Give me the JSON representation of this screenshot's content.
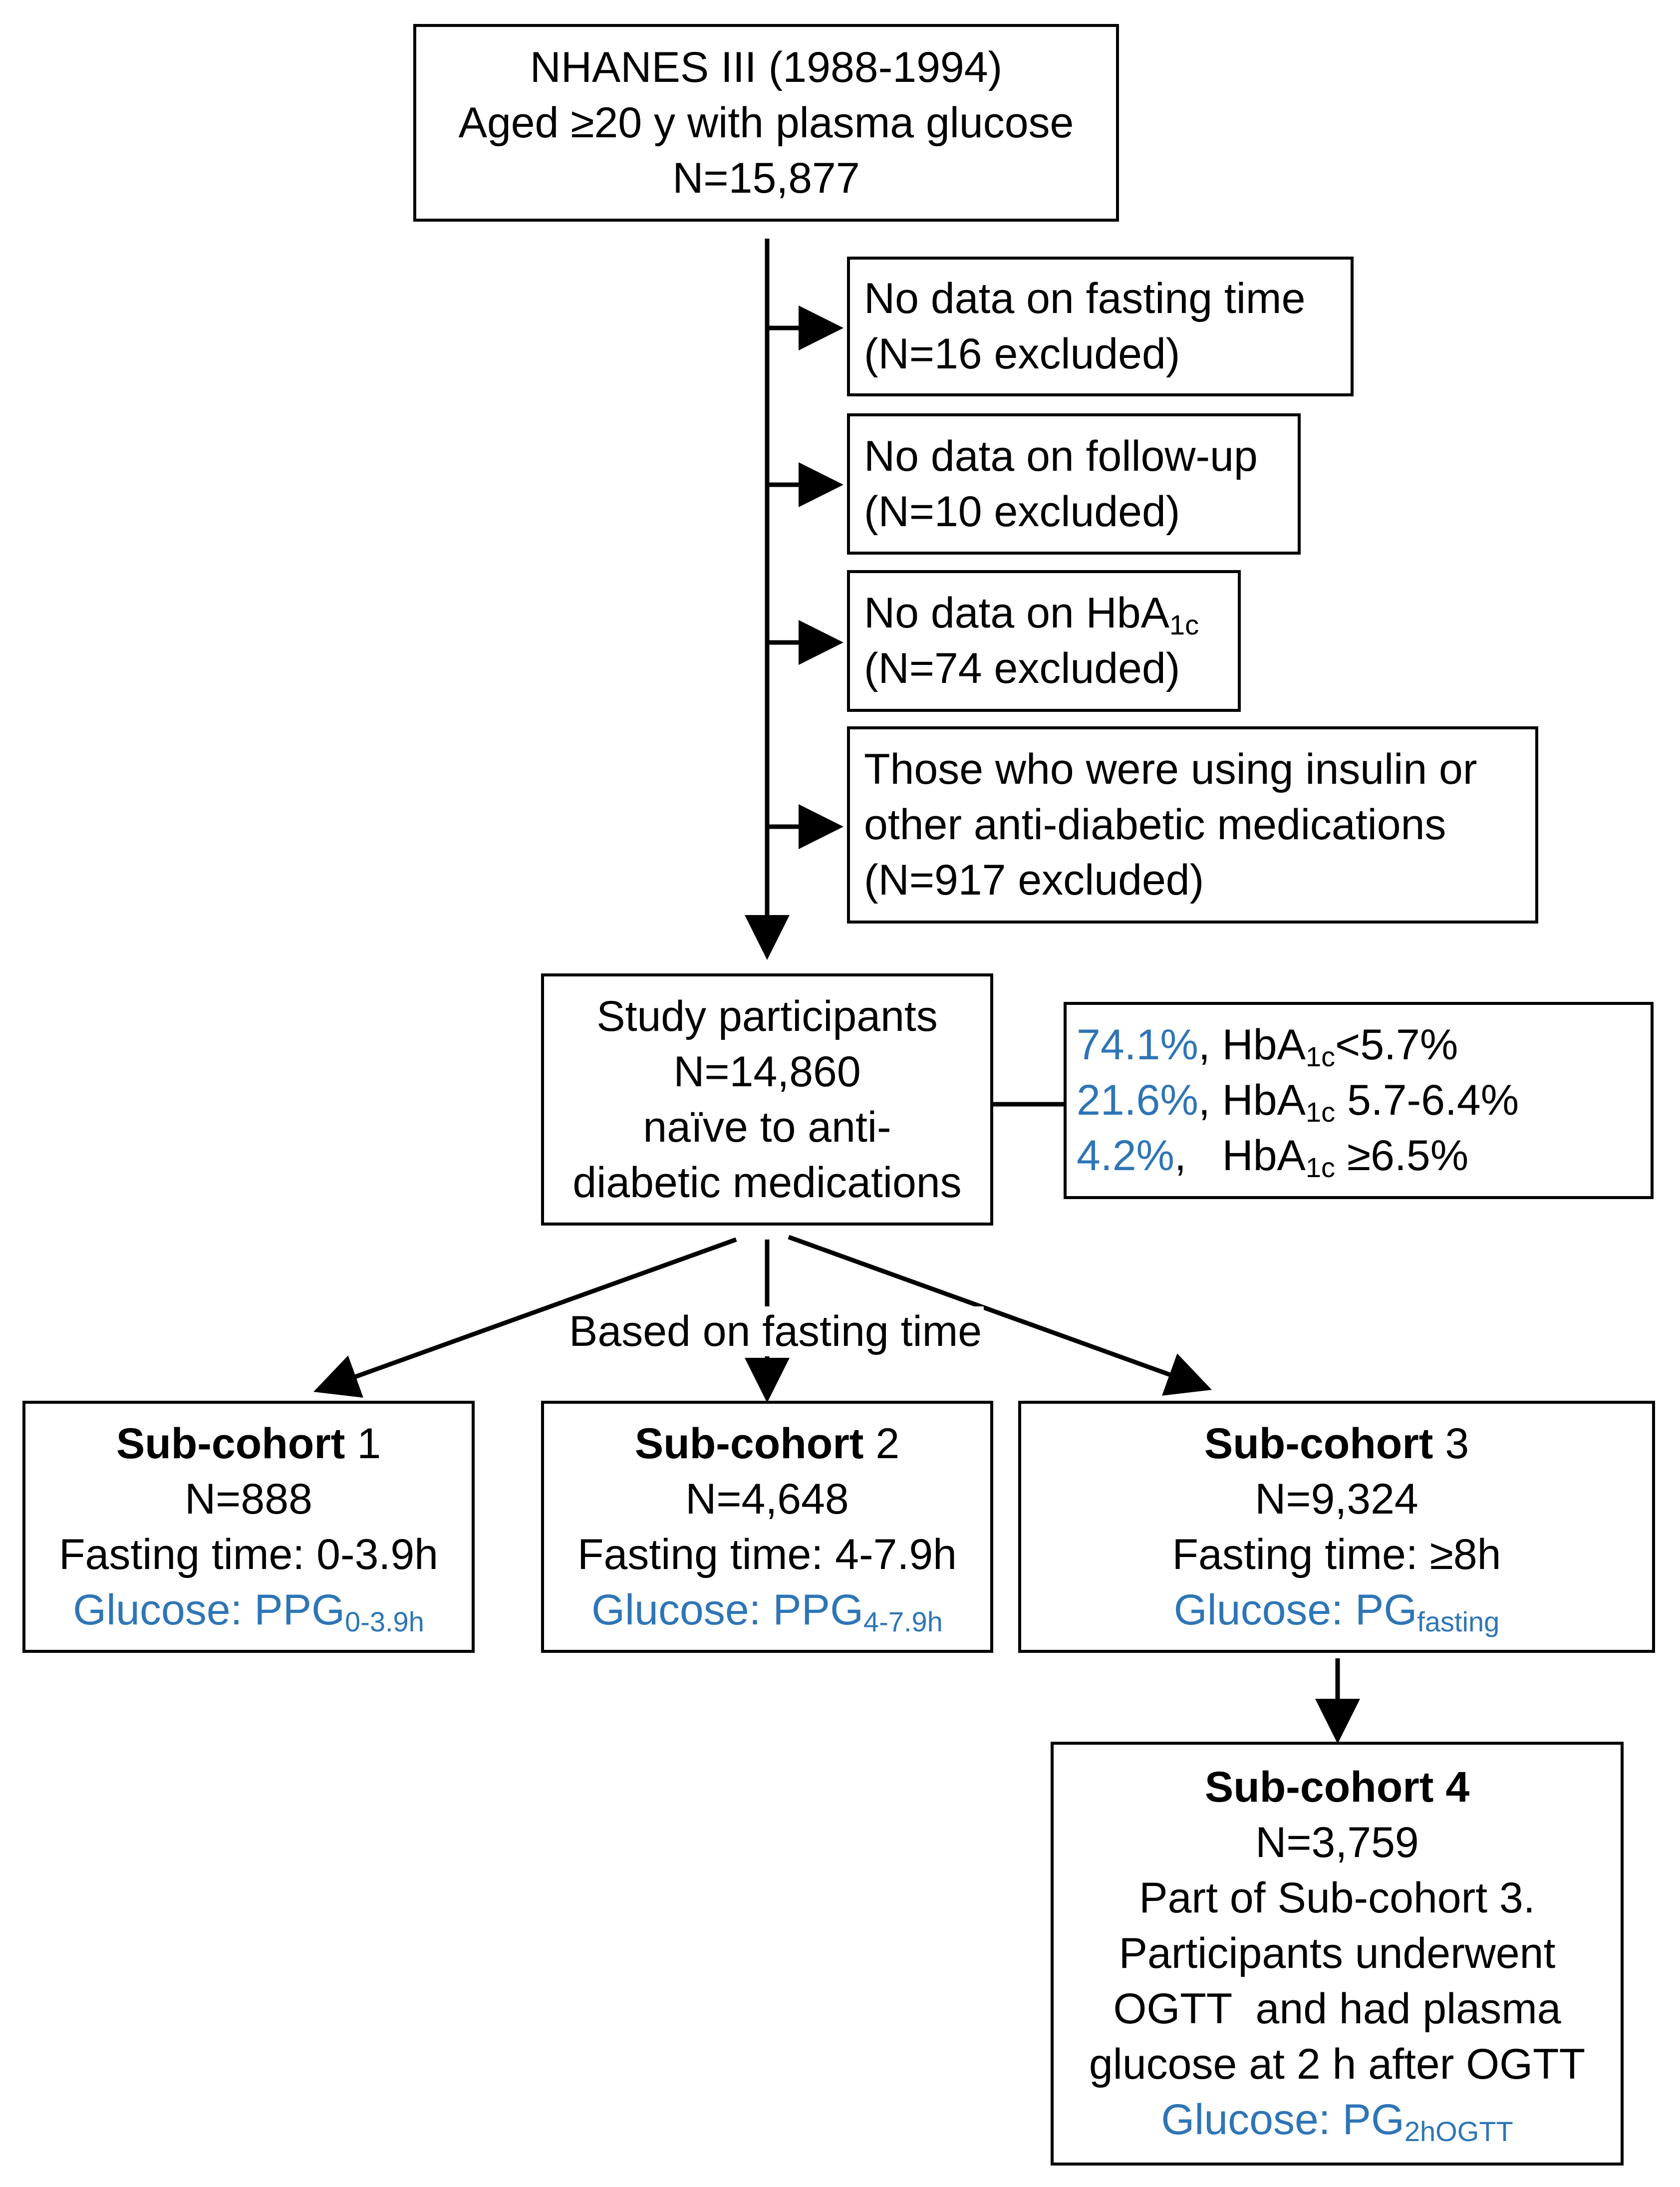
{
  "top_box": {
    "line1": "NHANES III  (1988-1994)",
    "line2": "Aged ≥20 y with plasma glucose",
    "line3": "N=15,877"
  },
  "exclusions": [
    {
      "line1": "No data on fasting time",
      "line2": "(N=16 excluded)"
    },
    {
      "line1": "No data on follow-up",
      "line2": "(N=10 excluded)"
    },
    {
      "line1_pre": "No data on HbA",
      "line1_sub": "1c",
      "line2": "(N=74 excluded)"
    },
    {
      "line1": "Those who were using insulin or",
      "line2": "other anti-diabetic medications",
      "line3": "(N=917 excluded)"
    }
  ],
  "study_box": {
    "line1": "Study participants",
    "line2": "N=14,860",
    "line3": "naïve to anti-",
    "line4": "diabetic medications"
  },
  "hba1c_box": {
    "rows": [
      {
        "pct": "74.1%",
        "sep": ", ",
        "pre": "HbA",
        "sub": "1c",
        "post": "<5.7%"
      },
      {
        "pct": "21.6%",
        "sep": ", ",
        "pre": "HbA",
        "sub": "1c",
        "post": " 5.7-6.4%"
      },
      {
        "pct": "4.2%",
        "sep": ",   ",
        "pre": "HbA",
        "sub": "1c",
        "post": " ≥6.5%"
      }
    ]
  },
  "split_label": "Based on fasting time",
  "subcohorts": [
    {
      "title_bold": "Sub-cohort",
      "title_num": " 1",
      "n": "N=888",
      "fasting": "Fasting time: 0-3.9h",
      "glucose_pre": "Glucose: PPG",
      "glucose_sub": "0-3.9h"
    },
    {
      "title_bold": "Sub-cohort",
      "title_num": " 2",
      "n": "N=4,648",
      "fasting": "Fasting time: 4-7.9h",
      "glucose_pre": "Glucose: PPG",
      "glucose_sub": "4-7.9h"
    },
    {
      "title_bold": "Sub-cohort",
      "title_num": " 3",
      "n": "N=9,324",
      "fasting": "Fasting time: ≥8h",
      "glucose_pre": "Glucose: PG",
      "glucose_sub": "fasting"
    }
  ],
  "subcohort4": {
    "title_bold": "Sub-cohort 4",
    "n": "N=3,759",
    "line3": "Part of Sub-cohort 3.",
    "line4": "Participants underwent",
    "line5": "OGTT  and had plasma",
    "line6": "glucose at 2 h after OGTT",
    "glucose_pre": "Glucose: PG",
    "glucose_sub": "2hOGTT"
  }
}
